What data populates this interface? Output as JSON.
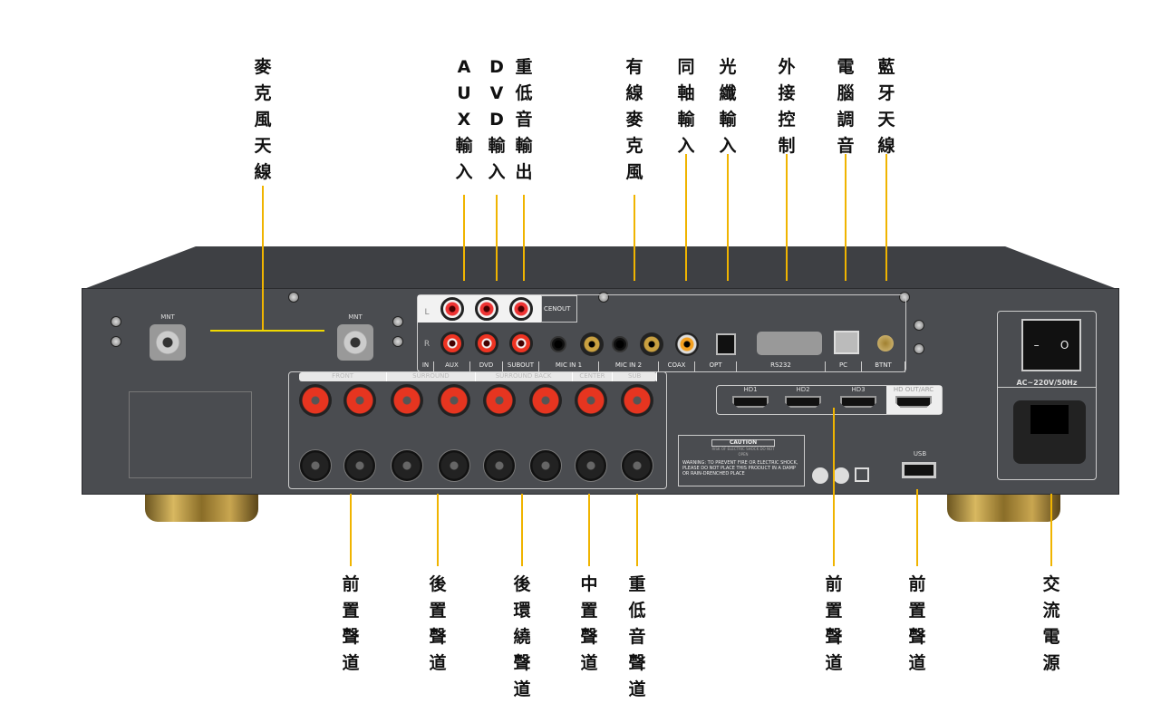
{
  "callouts_top": [
    {
      "id": "wireless-mic-antenna",
      "text": "麥克風天線"
    },
    {
      "id": "aux-input",
      "text": "AUX輸入"
    },
    {
      "id": "dvd-input",
      "text": "DVD輸入"
    },
    {
      "id": "subwoofer-output",
      "text": "重低音輸出"
    },
    {
      "id": "wired-mic",
      "text": "有線麥克風"
    },
    {
      "id": "coaxial-input",
      "text": "同軸輸入"
    },
    {
      "id": "optical-input",
      "text": "光纖輸入"
    },
    {
      "id": "external-control",
      "text": "外接控制"
    },
    {
      "id": "pc-tuning",
      "text": "電腦調音"
    },
    {
      "id": "bluetooth-antenna",
      "text": "藍牙天線"
    }
  ],
  "callouts_bottom": [
    {
      "id": "front-channel",
      "text": "前置聲道"
    },
    {
      "id": "rear-channel",
      "text": "後置聲道"
    },
    {
      "id": "surround-back-channel",
      "text": "後環繞聲道"
    },
    {
      "id": "center-channel",
      "text": "中置聲道"
    },
    {
      "id": "subwoofer-channel",
      "text": "重低音聲道"
    },
    {
      "id": "hdmi-front-channel",
      "text": "前置聲道"
    },
    {
      "id": "usb-front-channel",
      "text": "前置聲道"
    },
    {
      "id": "ac-power",
      "text": "交流電源"
    }
  ],
  "device": {
    "antenna_label": "MNT",
    "lr": [
      "L",
      "R"
    ],
    "input_labels": [
      "IN",
      "AUX",
      "DVD",
      "SUBOUT",
      "MIC IN 1",
      "MIC IN 2",
      "COAX",
      "OPT",
      "RS232",
      "PC",
      "BTNT"
    ],
    "cenout": "CENOUT",
    "speaker_groups": [
      "FRONT",
      "SURROUND",
      "SURROUND BACK",
      "CENTER",
      "SUB"
    ],
    "hdmi": [
      "HD1",
      "HD2",
      "HD3",
      "HD OUT/ARC"
    ],
    "caution_title": "CAUTION",
    "caution_sub": "RISK OF ELECTRIC SHOCK DO NOT OPEN",
    "warning": "WARNING: TO PREVENT FIRE OR ELECTRIC SHOCK, PLEASE DO NOT PLACE THIS PRODUCT IN A DAMP OR RAIN-DRENCHED PLACE",
    "usb": "USB",
    "power_rating": "AC~220V/50Hz",
    "switch_off": "–",
    "switch_on": "O"
  },
  "colors": {
    "callout_line": "#f0b400",
    "chassis": "#4a4c50",
    "terminal_red": "#e63520"
  }
}
